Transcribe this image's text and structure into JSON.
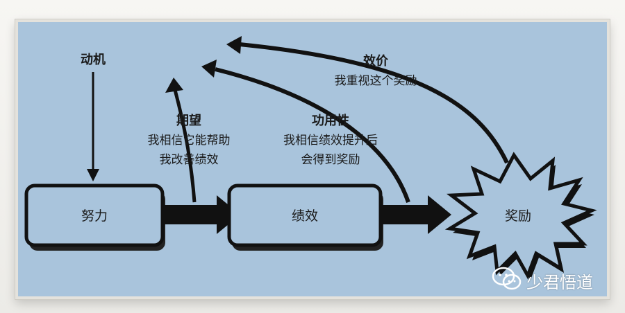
{
  "labels": {
    "motivation": "动机",
    "expectancy_title": "期望",
    "expectancy_line1": "我相信它能帮助",
    "expectancy_line2": "我改善绩效",
    "instrumentality_title": "功用性",
    "instrumentality_line1": "我相信绩效提升后",
    "instrumentality_line2": "会得到奖励",
    "valence_title": "效价",
    "valence_line1": "我重视这个奖励",
    "effort": "努力",
    "performance": "绩效",
    "reward": "奖励"
  },
  "watermark": {
    "text": "少君悟道",
    "icon": "wechat-icon"
  },
  "colors": {
    "panel": "#a9c4dc",
    "ink": "#111111",
    "box_fill": "#a9c4dc"
  }
}
